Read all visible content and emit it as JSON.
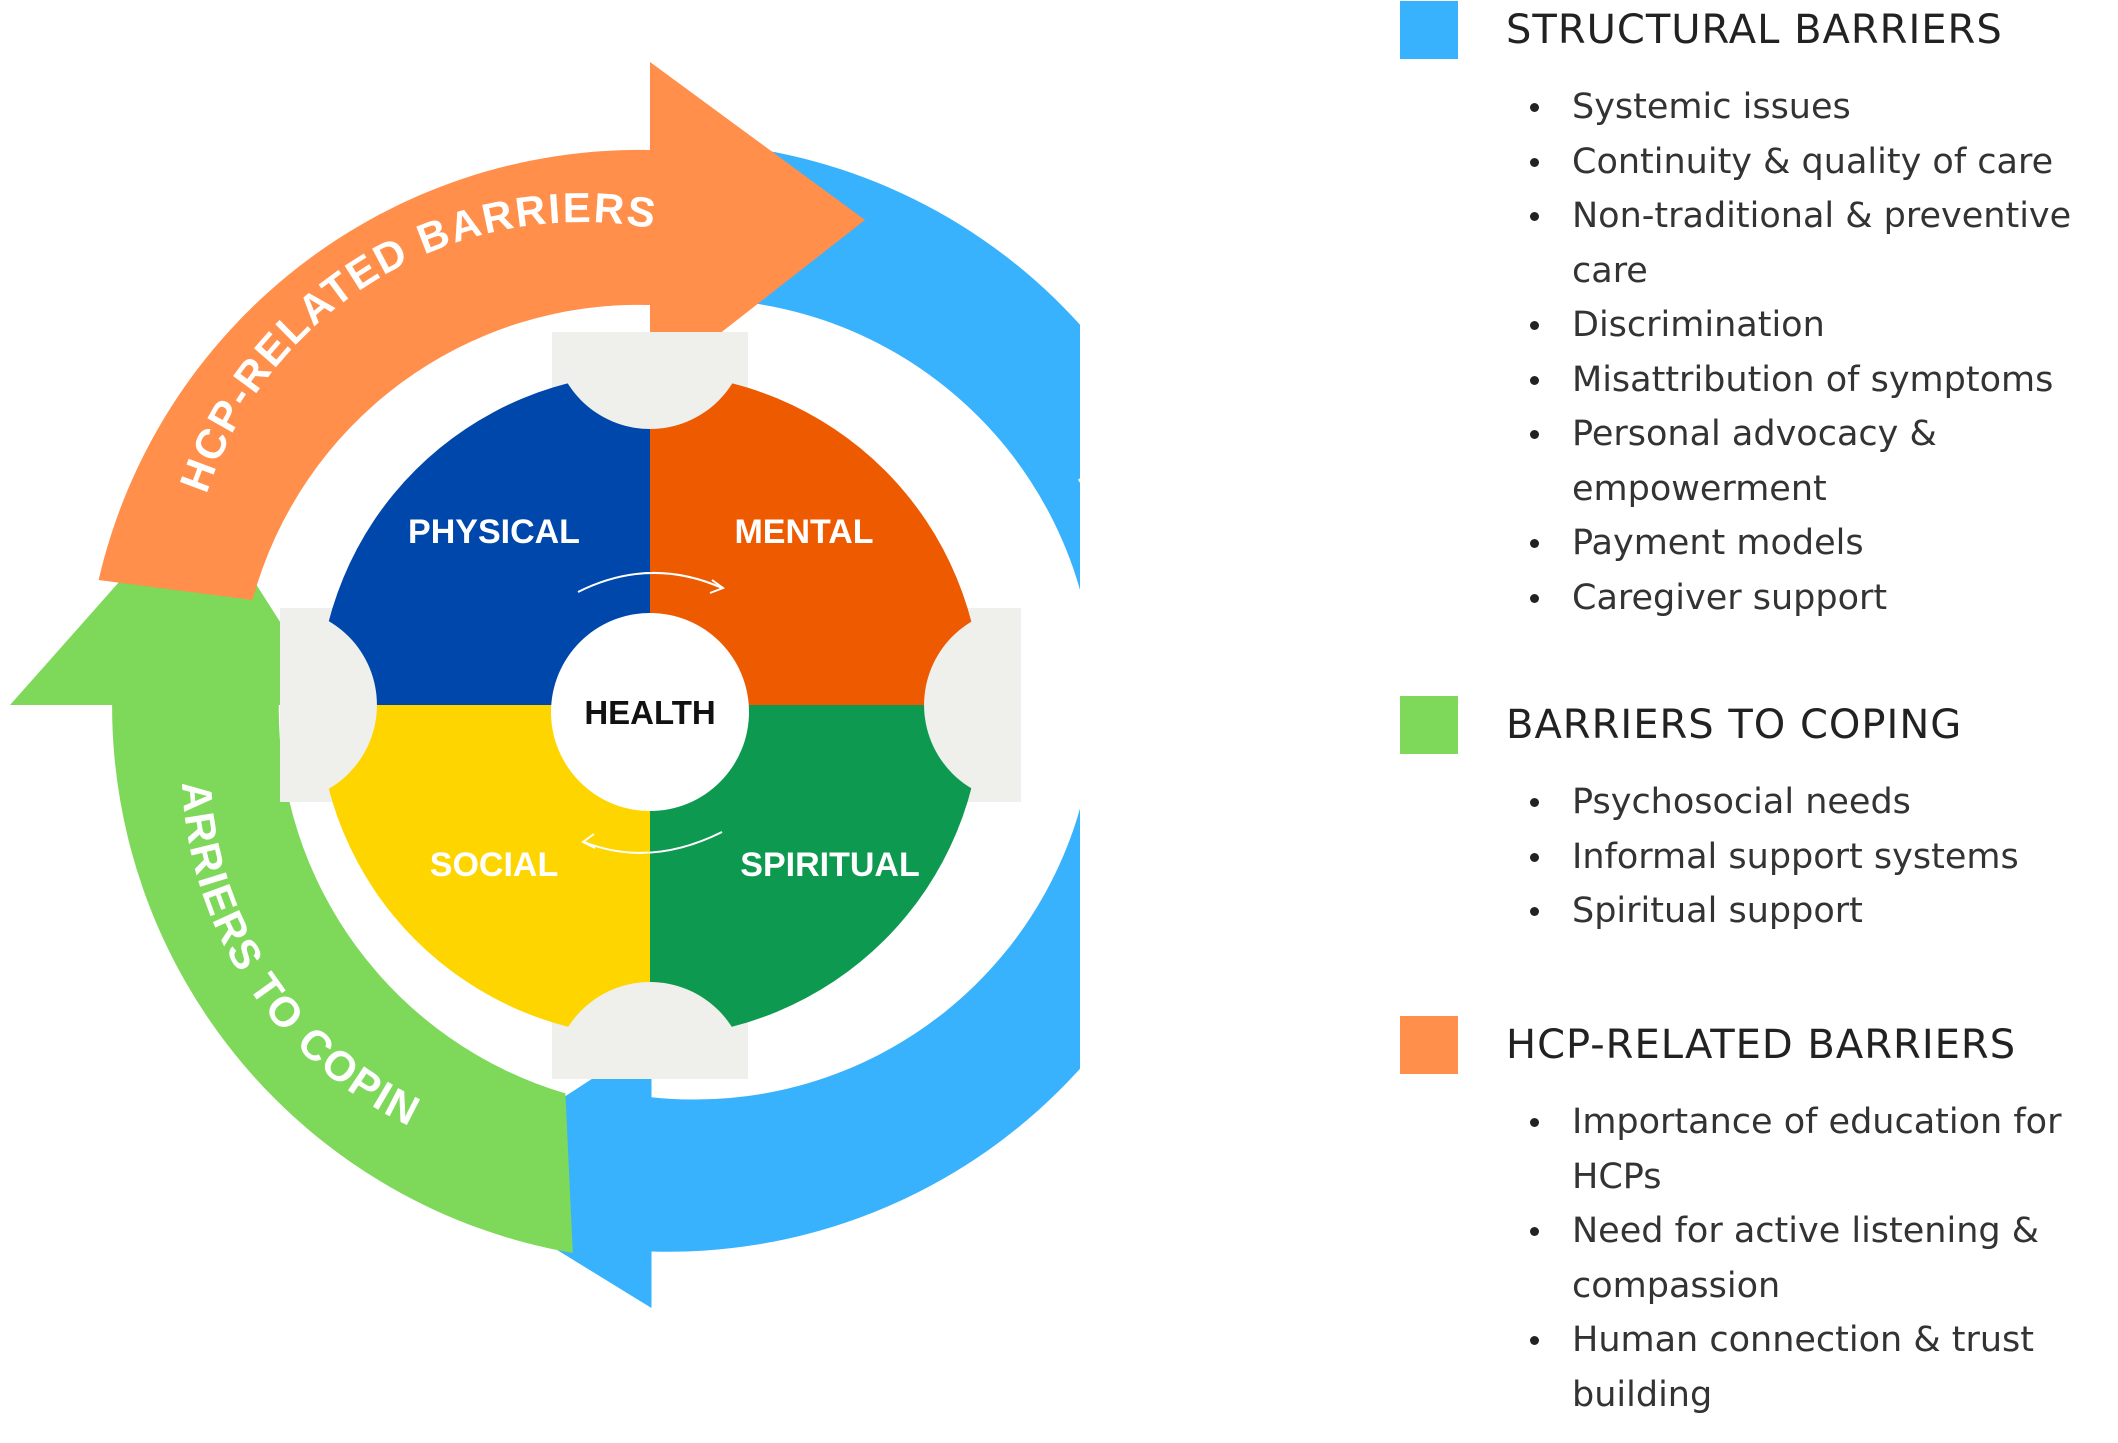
{
  "colors": {
    "structural": "#38B2FD",
    "coping": "#7ED85A",
    "hcp": "#FF8F4A",
    "physical": "#0047AB",
    "mental": "#EE5A00",
    "social": "#FFD500",
    "spiritual": "#0E9950",
    "tab": "#EFEFEB"
  },
  "diagram": {
    "center": "HEALTH",
    "quadrants": {
      "physical": "PHYSICAL",
      "mental": "MENTAL",
      "social": "SOCIAL",
      "spiritual": "SPIRITUAL"
    },
    "arrows": {
      "hcp": "HCP-RELATED BARRIERS",
      "structural": "STRUCTURAL BARRIERS",
      "coping": "BARRIERS TO COPING"
    }
  },
  "legend": [
    {
      "title": "STRUCTURAL BARRIERS",
      "color": "#38B2FD",
      "items": [
        "Systemic issues",
        "Continuity & quality of care",
        "Non-traditional & preventive care",
        "Discrimination",
        "Misattribution of symptoms",
        "Personal advocacy & empowerment",
        "Payment models",
        "Caregiver support"
      ]
    },
    {
      "title": "BARRIERS TO COPING",
      "color": "#7ED85A",
      "items": [
        "Psychosocial needs",
        "Informal support systems",
        "Spiritual support"
      ]
    },
    {
      "title": "HCP-RELATED BARRIERS",
      "color": "#FF8F4A",
      "items": [
        "Importance of education for HCPs",
        "Need for active listening & compassion",
        "Human connection & trust building"
      ]
    }
  ]
}
